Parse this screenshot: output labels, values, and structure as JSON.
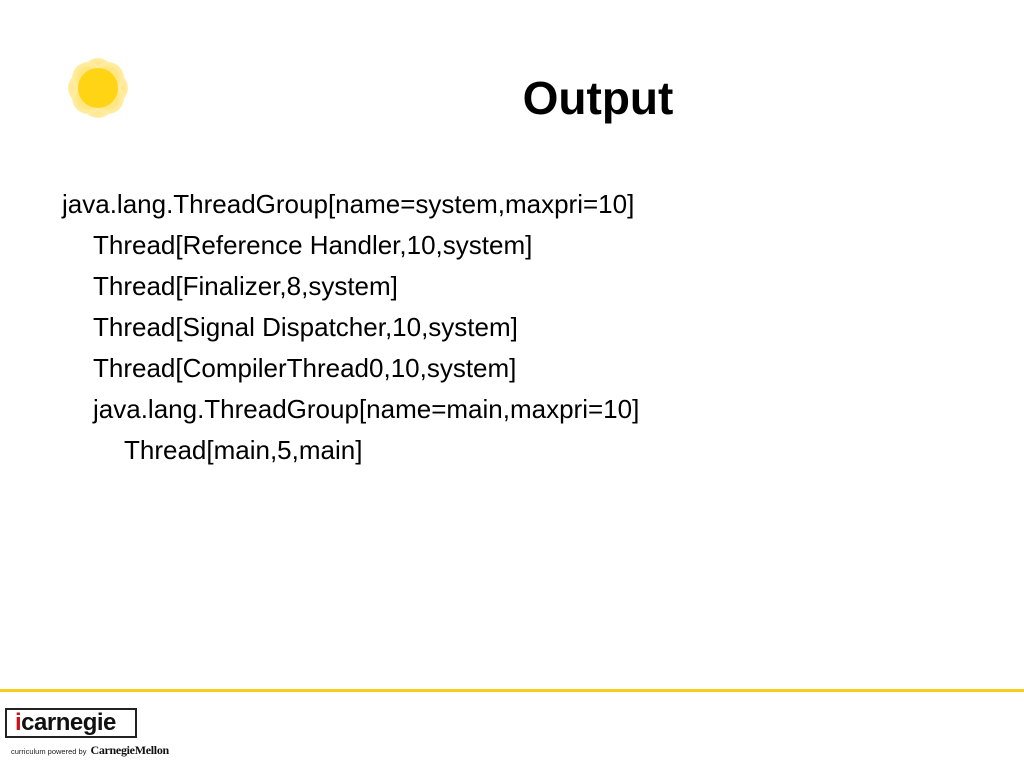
{
  "slide": {
    "title": "Output",
    "lines": [
      {
        "text": "java.lang.ThreadGroup[name=system,maxpri=10]",
        "level": 0
      },
      {
        "text": "Thread[Reference Handler,10,system]",
        "level": 1
      },
      {
        "text": "Thread[Finalizer,8,system]",
        "level": 1
      },
      {
        "text": "Thread[Signal Dispatcher,10,system]",
        "level": 1
      },
      {
        "text": "Thread[CompilerThread0,10,system]",
        "level": 1
      },
      {
        "text": "java.lang.ThreadGroup[name=main,maxpri=10]",
        "level": 1
      },
      {
        "text": "Thread[main,5,main]",
        "level": 2
      }
    ]
  },
  "footer": {
    "logo_text": "icarnegie",
    "tagline": "curriculum powered by",
    "brand": "CarnegieMellon"
  },
  "colors": {
    "sun": "#fdd017",
    "rule": "#f9cd1b",
    "logo_accent": "#c8161d"
  }
}
